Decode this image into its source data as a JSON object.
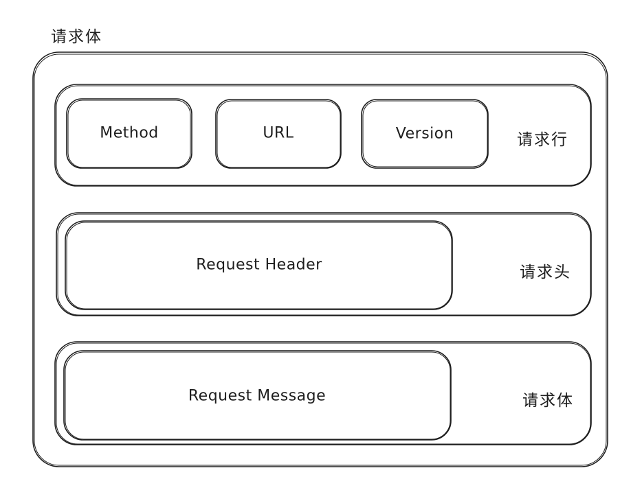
{
  "diagram": {
    "title": "请求体",
    "rows": [
      {
        "side_label": "请求行",
        "boxes": [
          "Method",
          "URL",
          "Version"
        ]
      },
      {
        "side_label": "请求头",
        "boxes": [
          "Request Header"
        ]
      },
      {
        "side_label": "请求体",
        "boxes": [
          "Request Message"
        ]
      }
    ]
  },
  "style": {
    "stroke": "#1e1e1e",
    "background": "#ffffff"
  }
}
